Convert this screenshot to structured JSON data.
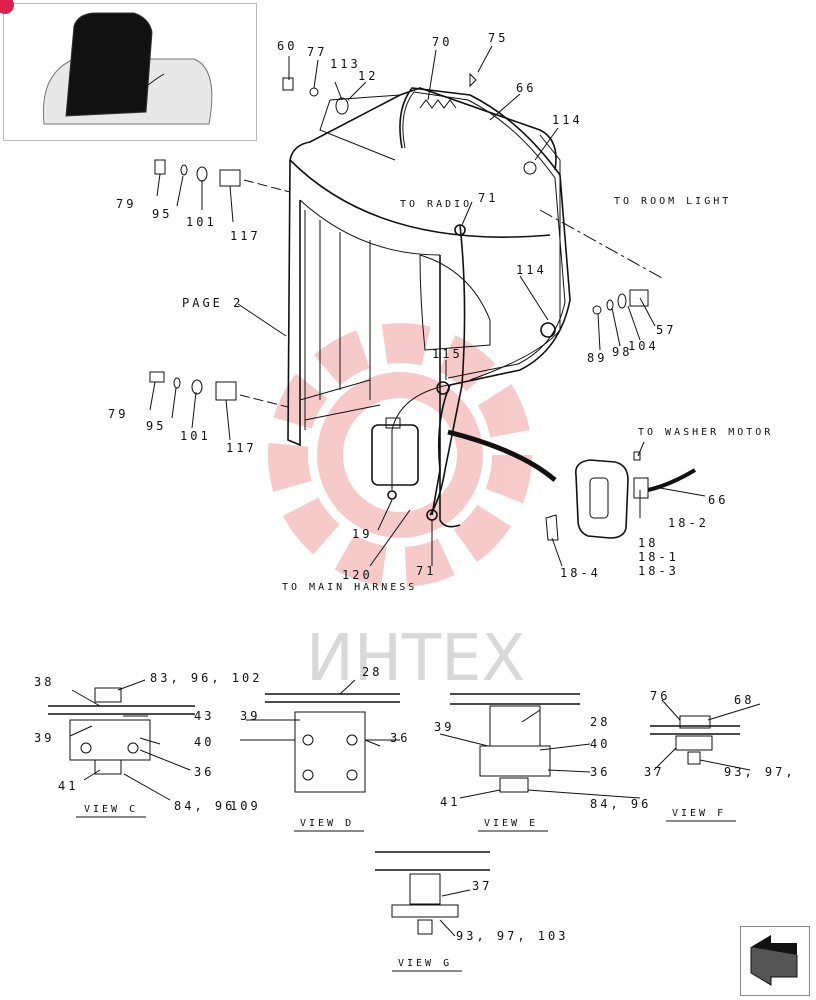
{
  "watermark": {
    "text": "ИНТЕХ",
    "color": "#f2a0a0"
  },
  "colors": {
    "badge": "#e0204a"
  },
  "icons": {
    "nav": "arrow-icon",
    "thumbnail": "cab-thumbnail-icon"
  },
  "notes": {
    "to_radio": "TO RADIO",
    "to_room_light": "TO ROOM LIGHT",
    "to_washer_motor": "TO WASHER MOTOR",
    "to_main_harness": "TO MAIN HARNESS",
    "page_ref": "PAGE 2"
  },
  "labels": {
    "l60": "60",
    "l77": "77",
    "l113": "113",
    "l12": "12",
    "l70": "70",
    "l75": "75",
    "l66a": "66",
    "l114a": "114",
    "l71a": "71",
    "l79a": "79",
    "l95a": "95",
    "l101a": "101",
    "l117a": "117",
    "l114b": "114",
    "l89": "89",
    "l98": "98",
    "l104": "104",
    "l57": "57",
    "l115": "115",
    "l79b": "79",
    "l95b": "95",
    "l101b": "101",
    "l117b": "117",
    "l19": "19",
    "l120": "120",
    "l71b": "71",
    "l66b": "66",
    "l18_2": "18-2",
    "l18": "18",
    "l18_1": "18-1",
    "l18_3": "18-3",
    "l18_4": "18-4"
  },
  "views": {
    "c": {
      "title": "VIEW C",
      "l38": "38",
      "l83": "83, 96, 102",
      "l43": "43",
      "l39": "39",
      "l40": "40",
      "l36": "36",
      "l41": "41",
      "l84": "84, 96"
    },
    "d": {
      "title": "VIEW D",
      "l28": "28",
      "l39": "39",
      "l36": "36",
      "l109": "109"
    },
    "e": {
      "title": "VIEW E",
      "l39": "39",
      "l28": "28",
      "l40": "40",
      "l36": "36",
      "l41": "41",
      "l84": "84, 96"
    },
    "f": {
      "title": "VIEW F",
      "l76": "76",
      "l68": "68",
      "l37": "37",
      "l93": "93, 97,"
    },
    "g": {
      "title": "VIEW G",
      "l37": "37",
      "l93": "93, 97, 103"
    }
  }
}
